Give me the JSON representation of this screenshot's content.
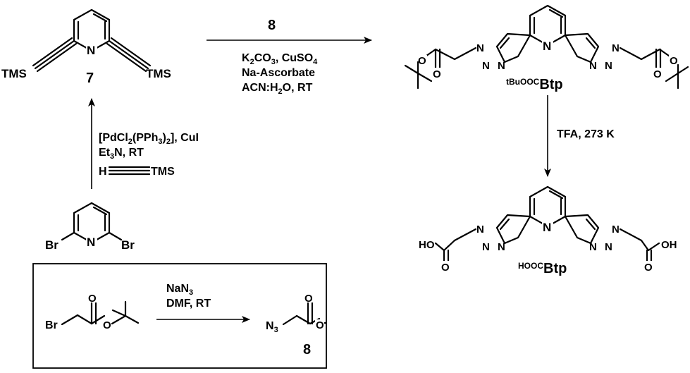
{
  "scheme": {
    "compound7": {
      "label": "7",
      "left_group": "TMS",
      "right_group": "TMS",
      "ring_n": "N"
    },
    "step1": {
      "reagent_line1_a": "[PdCl",
      "reagent_line1_sub1": "2",
      "reagent_line1_b": "(PPh",
      "reagent_line1_sub2": "3",
      "reagent_line1_c": ")",
      "reagent_line1_sub3": "2",
      "reagent_line1_d": "], CuI",
      "reagent_line2_a": "Et",
      "reagent_line2_sub": "3",
      "reagent_line2_b": "N, RT",
      "alkyne_h": "H",
      "alkyne_tms": "TMS"
    },
    "start_material": {
      "left_br": "Br",
      "right_br": "Br",
      "ring_n": "N"
    },
    "step2": {
      "reagent_number": "8",
      "line1_a": "K",
      "line1_sub1": "2",
      "line1_b": "CO",
      "line1_sub2": "3",
      "line1_c": ", CuSO",
      "line1_sub3": "4",
      "line2": "Na-Ascorbate",
      "line3_a": "ACN:H",
      "line3_sub": "2",
      "line3_b": "O, RT"
    },
    "ester_product": {
      "name_prefix": "tBuOOC",
      "name_main": "Btp",
      "ring_n": "N",
      "triazole_atom_n": "N"
    },
    "step3": {
      "reagent": "TFA, 273 K"
    },
    "acid_product": {
      "name_prefix": "HOOC",
      "name_main": "Btp",
      "left_ho": "HO",
      "right_oh": "OH",
      "ring_n": "N",
      "triazole_atom_n": "N"
    },
    "inset": {
      "reagent_a": "NaN",
      "reagent_sub": "3",
      "reagent_line2": "DMF, RT",
      "bromide_br": "Br",
      "azide_n": "N",
      "azide_sub": "3",
      "label": "8",
      "ester_o": "O"
    }
  }
}
